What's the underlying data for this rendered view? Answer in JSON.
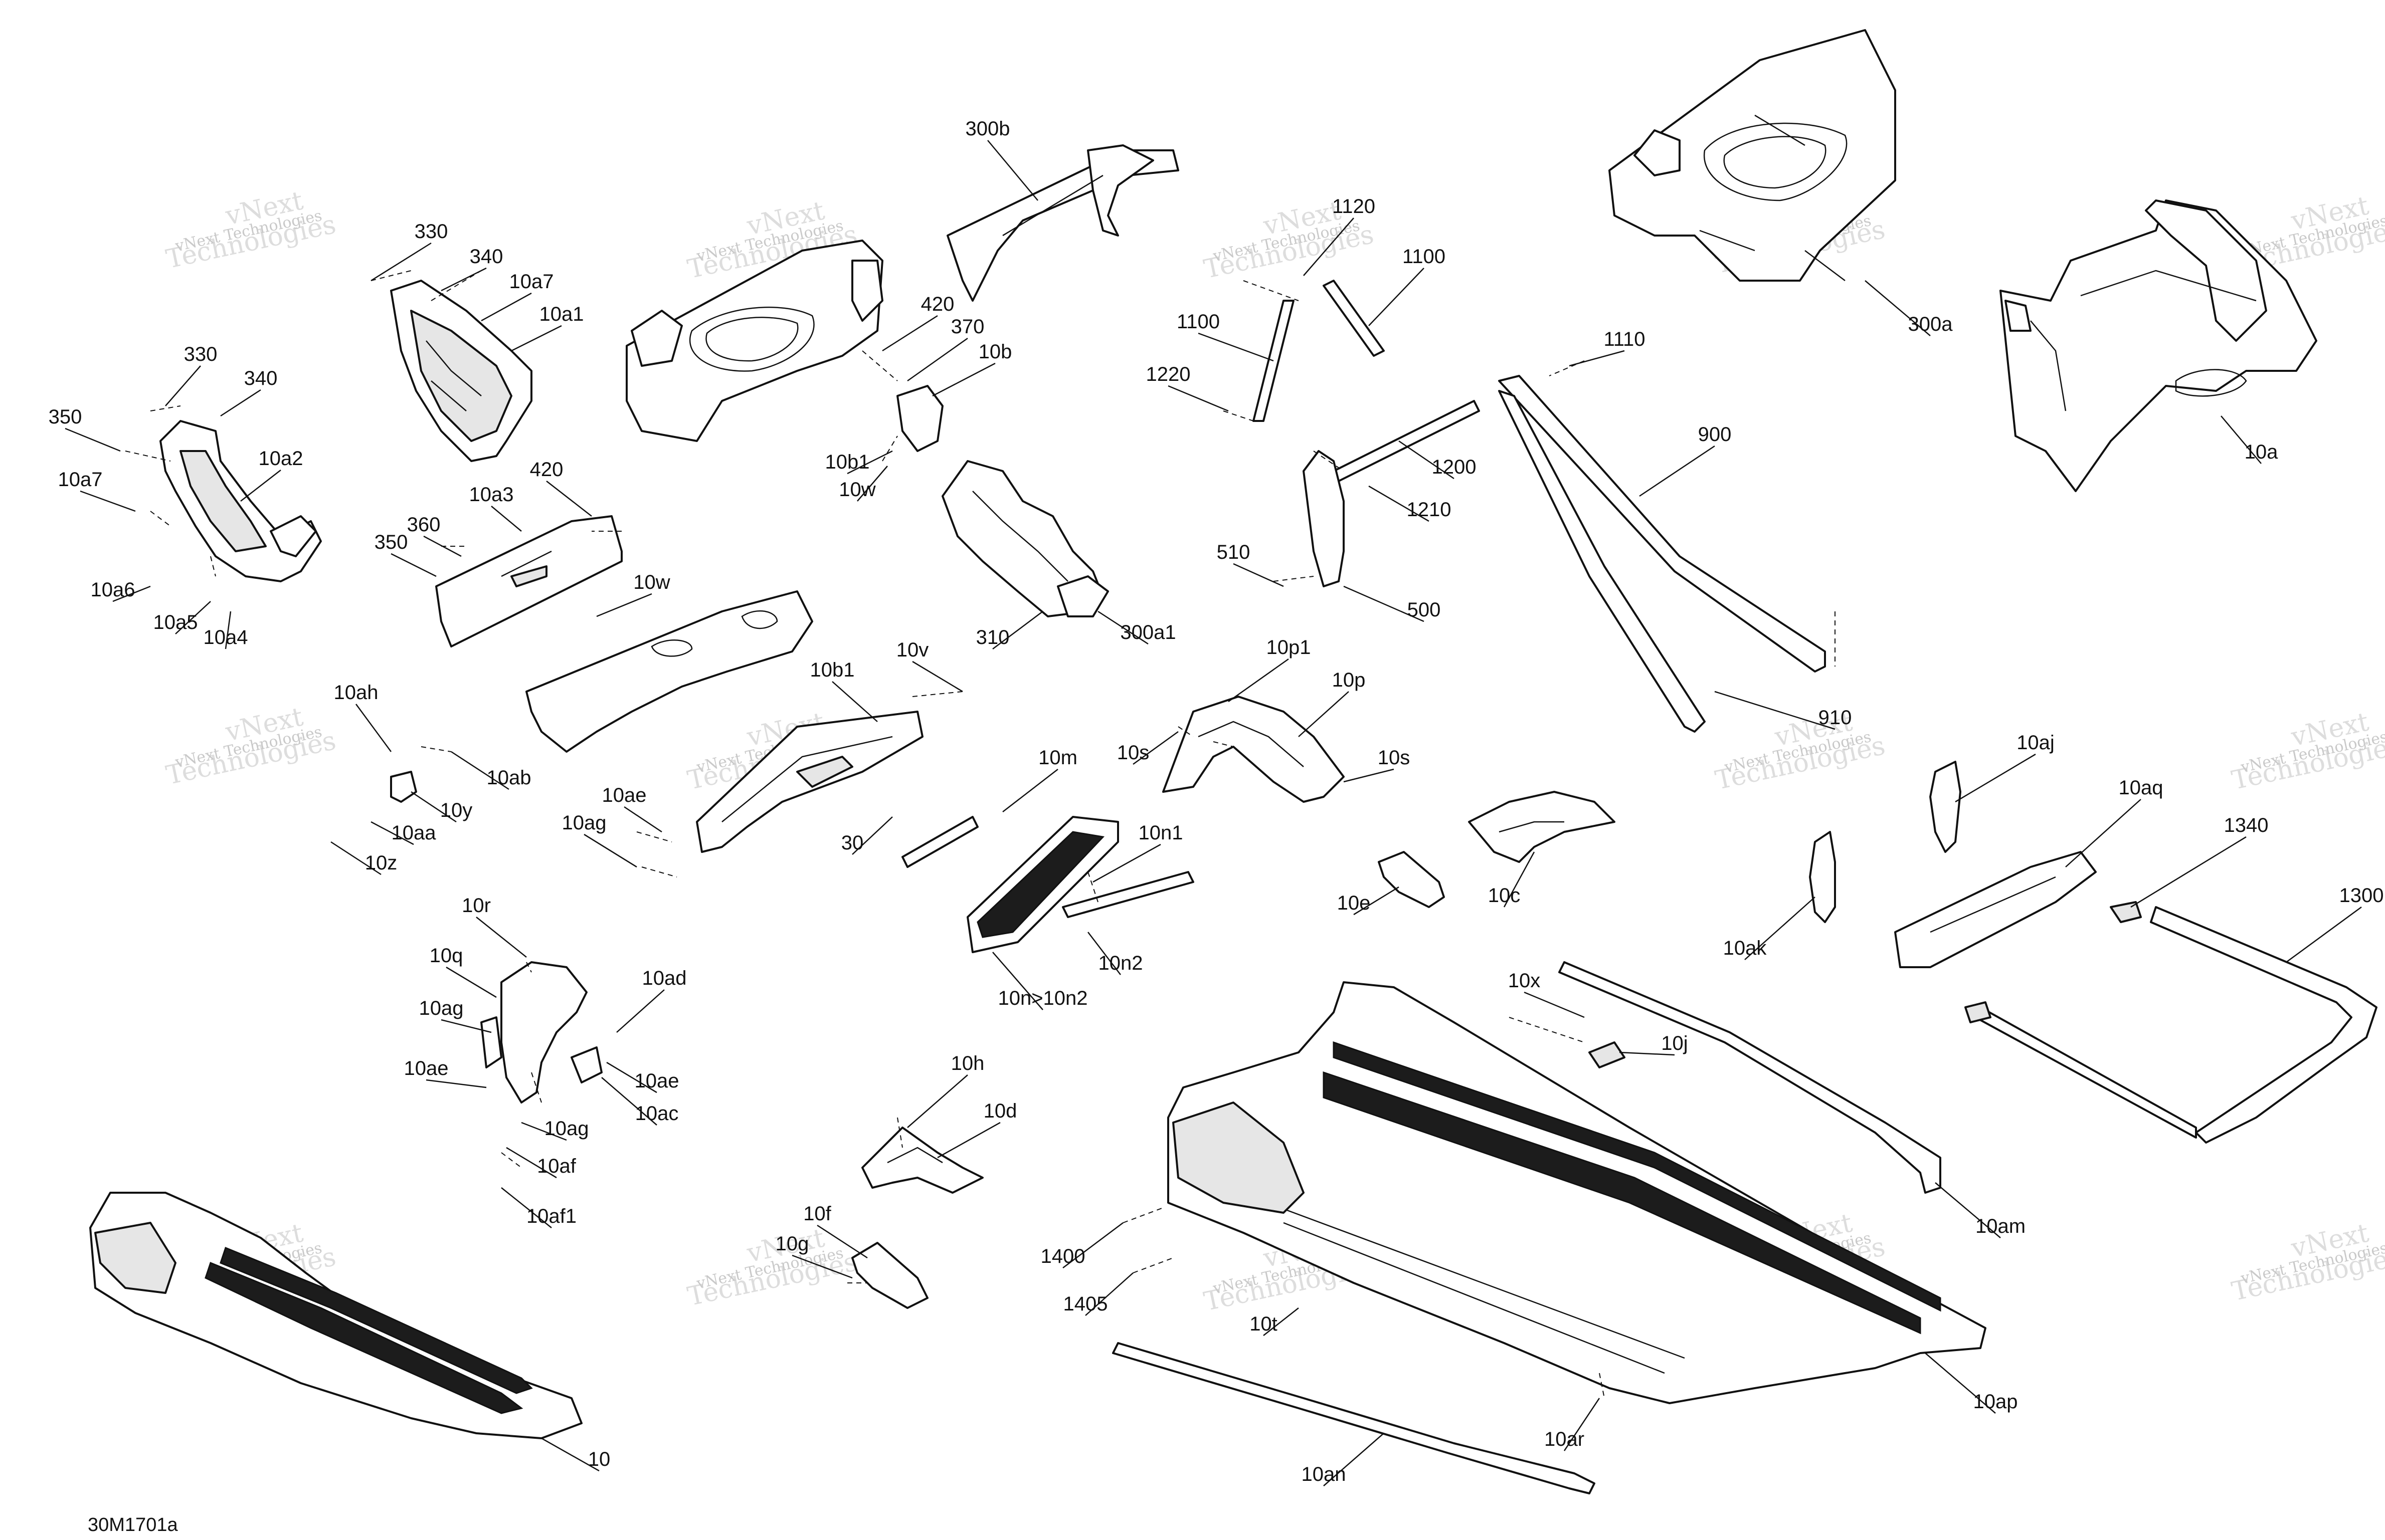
{
  "figure_code": "30M1701a",
  "watermark": {
    "line1": "vNext Technologies",
    "line2": "vNext\nTechnologies"
  },
  "labels": [
    "300b",
    "330",
    "340",
    "10a7",
    "10a1",
    "1120",
    "1100",
    "300a",
    "330",
    "340",
    "350",
    "10a2",
    "10a7",
    "420",
    "370",
    "10b",
    "1100",
    "1220",
    "1110",
    "900",
    "10a",
    "10b1",
    "10w",
    "10a6",
    "10a5",
    "10a4",
    "420",
    "10a3",
    "360",
    "350",
    "10w",
    "1200",
    "1210",
    "510",
    "500",
    "310",
    "300a1",
    "10ah",
    "10ab",
    "10y",
    "10aa",
    "10z",
    "10b1",
    "10v",
    "10ae",
    "10ag",
    "30",
    "10m",
    "10n1",
    "10n2",
    "10n>10n2",
    "10p1",
    "10p",
    "10s",
    "10s",
    "910",
    "10aj",
    "10aq",
    "1340",
    "1300",
    "10ak",
    "10e",
    "10c",
    "10r",
    "10q",
    "10ag",
    "10ad",
    "10ae",
    "10ac",
    "10ae",
    "10ag",
    "10af",
    "10af1",
    "10x",
    "10j",
    "10am",
    "10h",
    "10d",
    "10f",
    "10g",
    "1400",
    "1405",
    "10t",
    "10ar",
    "10an",
    "10ap",
    "10"
  ]
}
